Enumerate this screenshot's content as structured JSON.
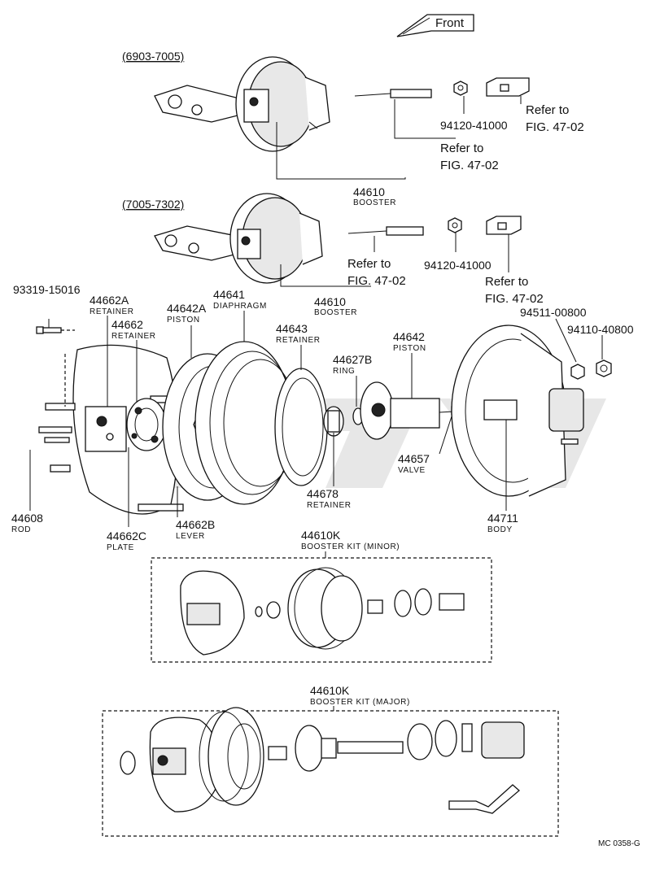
{
  "front_label": "Front",
  "ranges": {
    "upper": "(6903-7005)",
    "lower": "(7005-7302)"
  },
  "parts": {
    "p44610_upper": {
      "number": "44610",
      "name": "BOOSTER"
    },
    "p44610_lower": {
      "number": "44610",
      "name": "BOOSTER"
    },
    "p94120_upper": {
      "number": "94120-41000"
    },
    "p94120_lower": {
      "number": "94120-41000"
    },
    "p93319": {
      "number": "93319-15016"
    },
    "p44662A": {
      "number": "44662A",
      "name": "RETAINER"
    },
    "p44662": {
      "number": "44662",
      "name": "RETAINER"
    },
    "p44642A": {
      "number": "44642A",
      "name": "PISTON"
    },
    "p44641": {
      "number": "44641",
      "name": "DIAPHRAGM"
    },
    "p44643": {
      "number": "44643",
      "name": "RETAINER"
    },
    "p44627B": {
      "number": "44627B",
      "name": "RING"
    },
    "p44642": {
      "number": "44642",
      "name": "PISTON"
    },
    "p94511": {
      "number": "94511-00800"
    },
    "p94110": {
      "number": "94110-40800"
    },
    "p44657": {
      "number": "44657",
      "name": "VALVE"
    },
    "p44678": {
      "number": "44678",
      "name": "RETAINER"
    },
    "p44711": {
      "number": "44711",
      "name": "BODY"
    },
    "p44608": {
      "number": "44608",
      "name": "ROD"
    },
    "p44662C": {
      "number": "44662C",
      "name": "PLATE"
    },
    "p44662B": {
      "number": "44662B",
      "name": "LEVER"
    },
    "kit_minor": {
      "number": "44610K",
      "name": "BOOSTER KIT (MINOR)"
    },
    "kit_major": {
      "number": "44610K",
      "name": "BOOSTER KIT (MAJOR)"
    }
  },
  "refs": {
    "r1": {
      "line1": "Refer to",
      "line2": "FIG. 47-02"
    },
    "r2": {
      "line1": "Refer to",
      "line2": "FIG. 47-02"
    },
    "r3": {
      "line1": "Refer to",
      "line2": "FIG. 47-02"
    },
    "r4": {
      "line1": "Refer to",
      "line2": "FIG. 47-02"
    }
  },
  "figure_code": "MC 0358-G"
}
